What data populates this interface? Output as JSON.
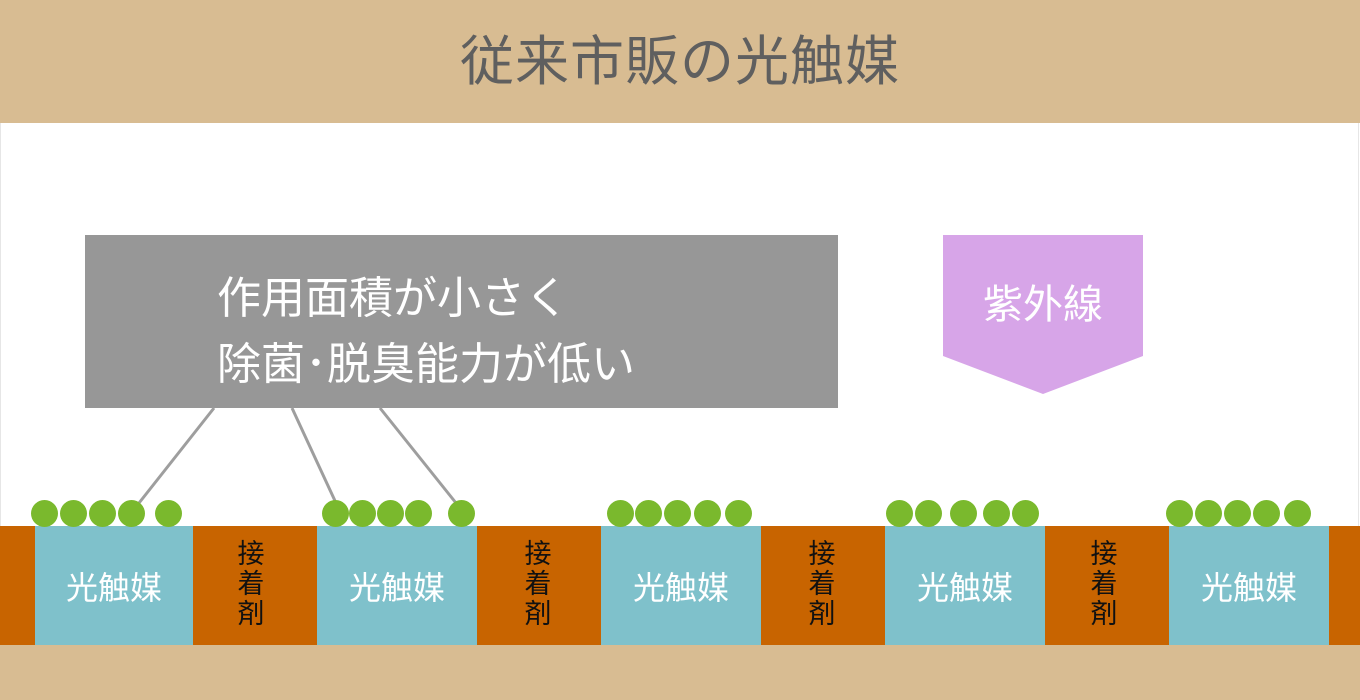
{
  "header": {
    "title": "従来市販の光触媒"
  },
  "callout": {
    "line1": "作用面積が小さく",
    "line2": "除菌･脱臭能力が低い"
  },
  "uv": {
    "label": "紫外線"
  },
  "layers": {
    "catalyst_label": "光触媒",
    "adhesive_chars": [
      "接",
      "着",
      "剤"
    ]
  },
  "colors": {
    "header_band": "#d8bc92",
    "title_text": "#5f5f5f",
    "callout_box": "#979797",
    "uv_arrow": "#d7a5e8",
    "adhesive": "#c86400",
    "catalyst": "#7fc1cb",
    "particle": "#7ab92d",
    "connector_line": "#9e9e9e"
  },
  "icons": {
    "uv_arrow": "down-pentagon-arrow-icon",
    "particle": "green-circle-icon"
  }
}
